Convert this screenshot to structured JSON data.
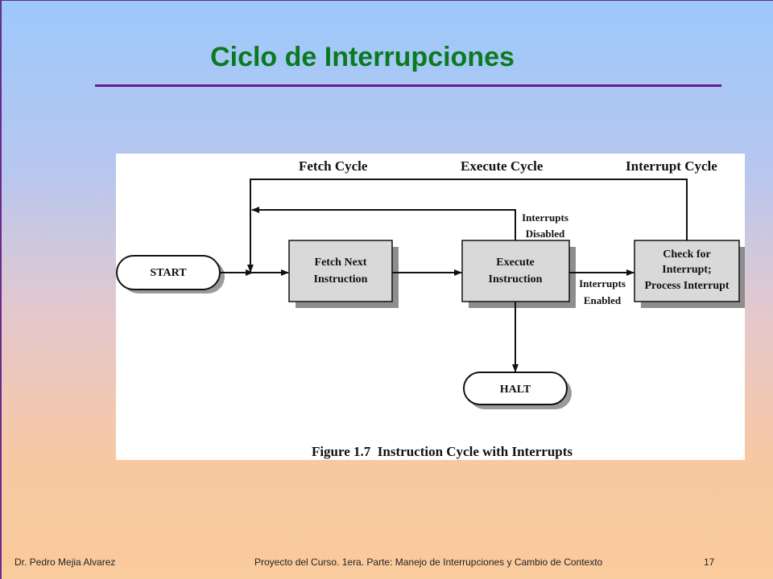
{
  "slide": {
    "title": "Ciclo de Interrupciones"
  },
  "figure": {
    "phases": [
      "Fetch Cycle",
      "Execute Cycle",
      "Interrupt Cycle"
    ],
    "nodes": {
      "start": "START",
      "fetch": [
        "Fetch Next",
        "Instruction"
      ],
      "execute": [
        "Execute",
        "Instruction"
      ],
      "check": [
        "Check for",
        "Interrupt;",
        "Process Interrupt"
      ],
      "halt": "HALT"
    },
    "edge_labels": {
      "disabled": [
        "Interrupts",
        "Disabled"
      ],
      "enabled": [
        "Interrupts",
        "Enabled"
      ]
    },
    "caption": "Figure 1.7  Instruction Cycle with Interrupts"
  },
  "footer": {
    "author": "Dr. Pedro Mejia Alvarez",
    "course": "Proyecto del Curso. 1era. Parte: Manejo de Interrupciones y Cambio de Contexto",
    "page": "17"
  }
}
